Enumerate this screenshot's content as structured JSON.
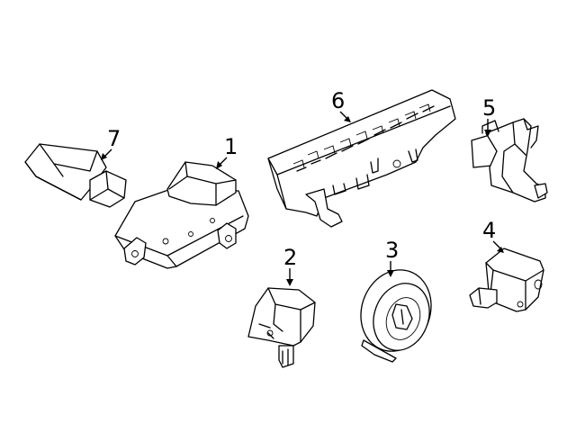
{
  "callouts": [
    {
      "id": "1",
      "label": "1"
    },
    {
      "id": "2",
      "label": "2"
    },
    {
      "id": "3",
      "label": "3"
    },
    {
      "id": "4",
      "label": "4"
    },
    {
      "id": "5",
      "label": "5"
    },
    {
      "id": "6",
      "label": "6"
    },
    {
      "id": "7",
      "label": "7"
    }
  ],
  "colors": {
    "line": "#000000",
    "background": "#ffffff"
  }
}
